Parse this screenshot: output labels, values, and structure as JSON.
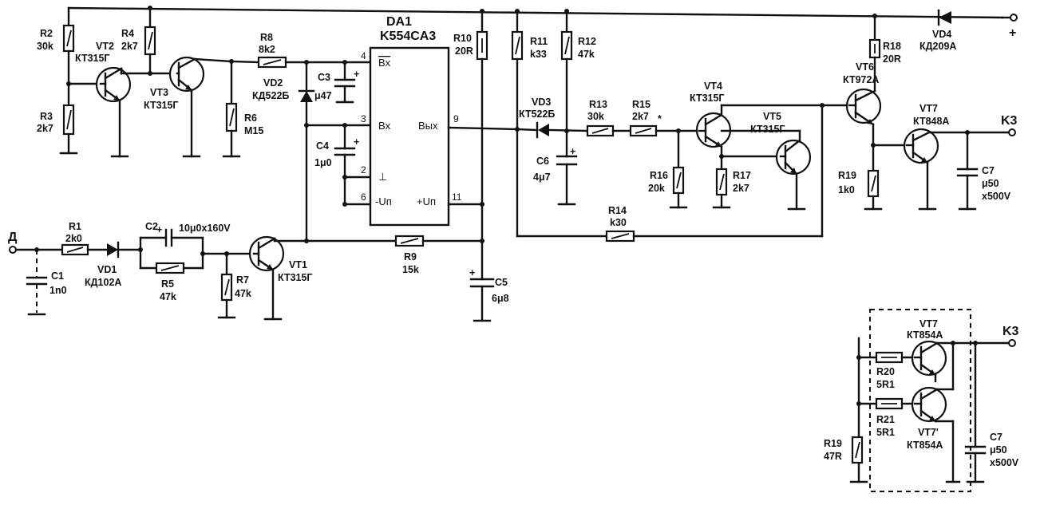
{
  "title": "DA1",
  "ic": {
    "ref": "DA1",
    "type": "K554CA3",
    "pin_in_inv": "Bx",
    "pin_in": "Bx",
    "pin_out": "Bых",
    "pin_vneg": "-Uп",
    "pin_vpos": "+Uп",
    "pin_gnd": "⊥",
    "pin_numbers": [
      "4",
      "3",
      "2",
      "6",
      "9",
      "11"
    ]
  },
  "terminals": {
    "input": "Д",
    "plus": "+",
    "k3_main": "K3",
    "k3_inset": "K3"
  },
  "components": {
    "R1": {
      "ref": "R1",
      "value": "2k0"
    },
    "R2": {
      "ref": "R2",
      "value": "30k"
    },
    "R3": {
      "ref": "R3",
      "value": "2k7"
    },
    "R4": {
      "ref": "R4",
      "value": "2k7"
    },
    "R5": {
      "ref": "R5",
      "value": "47k"
    },
    "R6": {
      "ref": "R6",
      "value": "M15"
    },
    "R7": {
      "ref": "R7",
      "value": "47k"
    },
    "R8": {
      "ref": "R8",
      "value": "8k2"
    },
    "R9": {
      "ref": "R9",
      "value": "15k"
    },
    "R10": {
      "ref": "R10",
      "value": "20R"
    },
    "R11": {
      "ref": "R11",
      "value": "k33"
    },
    "R12": {
      "ref": "R12",
      "value": "47k"
    },
    "R13": {
      "ref": "R13",
      "value": "30k"
    },
    "R14": {
      "ref": "R14",
      "value": "k30"
    },
    "R15": {
      "ref": "R15",
      "value": "2k7"
    },
    "R16": {
      "ref": "R16",
      "value": "20k"
    },
    "R17": {
      "ref": "R17",
      "value": "2k7"
    },
    "R18": {
      "ref": "R18",
      "value": "20R"
    },
    "R19": {
      "ref": "R19",
      "value": "1k0"
    },
    "C1": {
      "ref": "C1",
      "value": "1n0"
    },
    "C2": {
      "ref": "C2",
      "value": "10μ0x160V"
    },
    "C3": {
      "ref": "C3",
      "value": "μ47"
    },
    "C4": {
      "ref": "C4",
      "value": "1μ0"
    },
    "C5": {
      "ref": "C5",
      "value": "6μ8"
    },
    "C6": {
      "ref": "C6",
      "value": "4μ7"
    },
    "C7": {
      "ref": "C7",
      "value": "μ50",
      "rating": "x500V"
    },
    "VD1": {
      "ref": "VD1",
      "value": "КД102А"
    },
    "VD2": {
      "ref": "VD2",
      "value": "КД522Б"
    },
    "VD3": {
      "ref": "VD3",
      "value": "КТ522Б"
    },
    "VD4": {
      "ref": "VD4",
      "value": "КД209А"
    },
    "VT1": {
      "ref": "VT1",
      "value": "КТ315Г"
    },
    "VT2": {
      "ref": "VT2",
      "value": "КТ315Г"
    },
    "VT3": {
      "ref": "VT3",
      "value": "КТ315Г"
    },
    "VT4": {
      "ref": "VT4",
      "value": "КТ315Г"
    },
    "VT5": {
      "ref": "VT5",
      "value": "КТ315Г"
    },
    "VT6": {
      "ref": "VT6",
      "value": "КТ972А"
    },
    "VT7": {
      "ref": "VT7",
      "value": "КТ848А"
    }
  },
  "inset": {
    "VT7": {
      "ref": "VT7",
      "value": "КТ854А"
    },
    "VT7b": {
      "ref": "VT7'",
      "value": "КТ854А"
    },
    "R20": {
      "ref": "R20",
      "value": "5R1"
    },
    "R21": {
      "ref": "R21",
      "value": "5R1"
    },
    "R19": {
      "ref": "R19",
      "value": "47R"
    },
    "C7": {
      "ref": "C7",
      "value": "μ50",
      "rating": "x500V"
    }
  },
  "marks": {
    "r15_mark": "*"
  }
}
